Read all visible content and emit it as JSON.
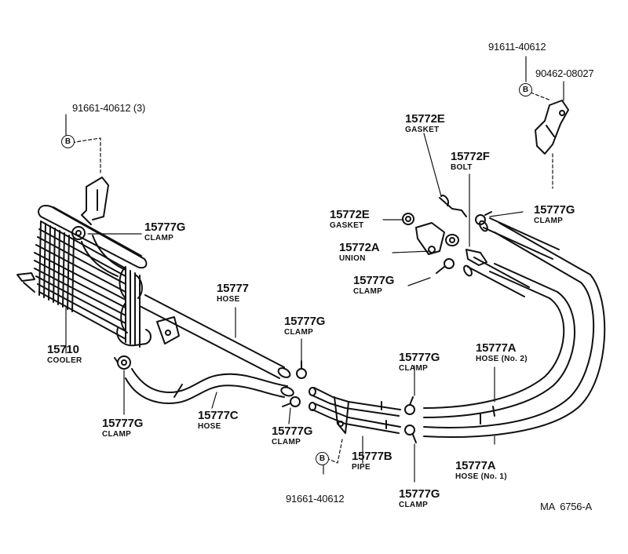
{
  "labels": {
    "cooler_num": "15710",
    "cooler_name": "COOLER",
    "bolt_top_left": "91661-40612 (3)",
    "clamp_cooler_num": "15777G",
    "clamp_cooler_name": "CLAMP",
    "hose_num": "15777",
    "hose_name": "HOSE",
    "clamp_lower_left_num": "15777G",
    "clamp_lower_left_name": "CLAMP",
    "hose_c_num": "15777C",
    "hose_c_name": "HOSE",
    "clamp_mid_top_num": "15777G",
    "clamp_mid_top_name": "CLAMP",
    "clamp_mid_bottom_num": "15777G",
    "clamp_mid_bottom_name": "CLAMP",
    "bolt_bottom": "91661-40612",
    "pipe_num": "15777B",
    "pipe_name": "PIPE",
    "clamp_pipe_top_num": "15777G",
    "clamp_pipe_top_name": "CLAMP",
    "clamp_pipe_bottom_num": "15777G",
    "clamp_pipe_bottom_name": "CLAMP",
    "hose_a2_num": "15777A",
    "hose_a2_name": "HOSE (No. 2)",
    "hose_a1_num": "15777A",
    "hose_a1_name": "HOSE (No. 1)",
    "gasket_e_top_num": "15772E",
    "gasket_e_top_name": "GASKET",
    "bolt_f_num": "15772F",
    "bolt_f_name": "BOLT",
    "gasket_e_left_num": "15772E",
    "gasket_e_left_name": "GASKET",
    "union_num": "15772A",
    "union_name": "UNION",
    "clamp_union_num": "15777G",
    "clamp_union_name": "CLAMP",
    "clamp_right_num": "15777G",
    "clamp_right_name": "CLAMP",
    "bolt_top_right": "91611-40612",
    "bracket_top_right": "90462-08027",
    "ref_code": "MA  6756-A"
  },
  "markers": {
    "b": "B"
  },
  "colors": {
    "ink": "#111111",
    "paper": "#ffffff"
  }
}
